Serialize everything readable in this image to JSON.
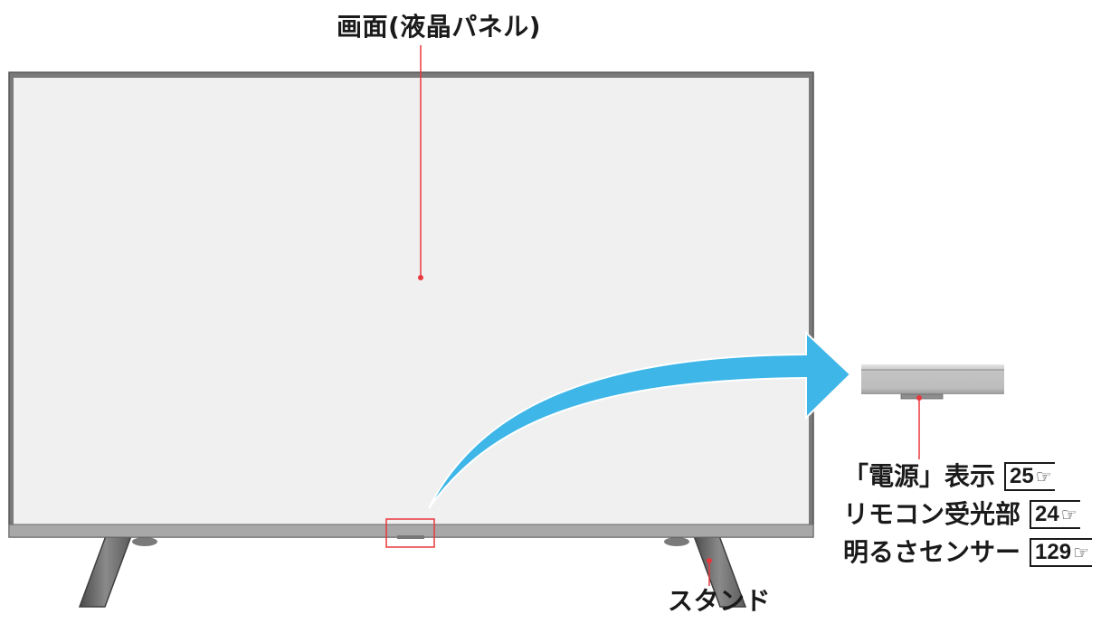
{
  "labels": {
    "screen": "画面(液晶パネル)",
    "stand": "スタンド"
  },
  "callouts": [
    {
      "text": "「電源」表示",
      "page": "25",
      "ref_icon": "page-reference-hand-icon"
    },
    {
      "text": "リモコン受光部",
      "page": "24",
      "ref_icon": "page-reference-hand-icon"
    },
    {
      "text": "明るさセンサー",
      "page": "129",
      "ref_icon": "page-reference-hand-icon"
    }
  ],
  "colors": {
    "leader_line": "#e8383d",
    "highlight_box": "#e8383d",
    "arrow": "#3fb6e8",
    "screen": "#f0f0f0",
    "bezel": "#6e6e6e",
    "stand": "#6b6b6b"
  }
}
